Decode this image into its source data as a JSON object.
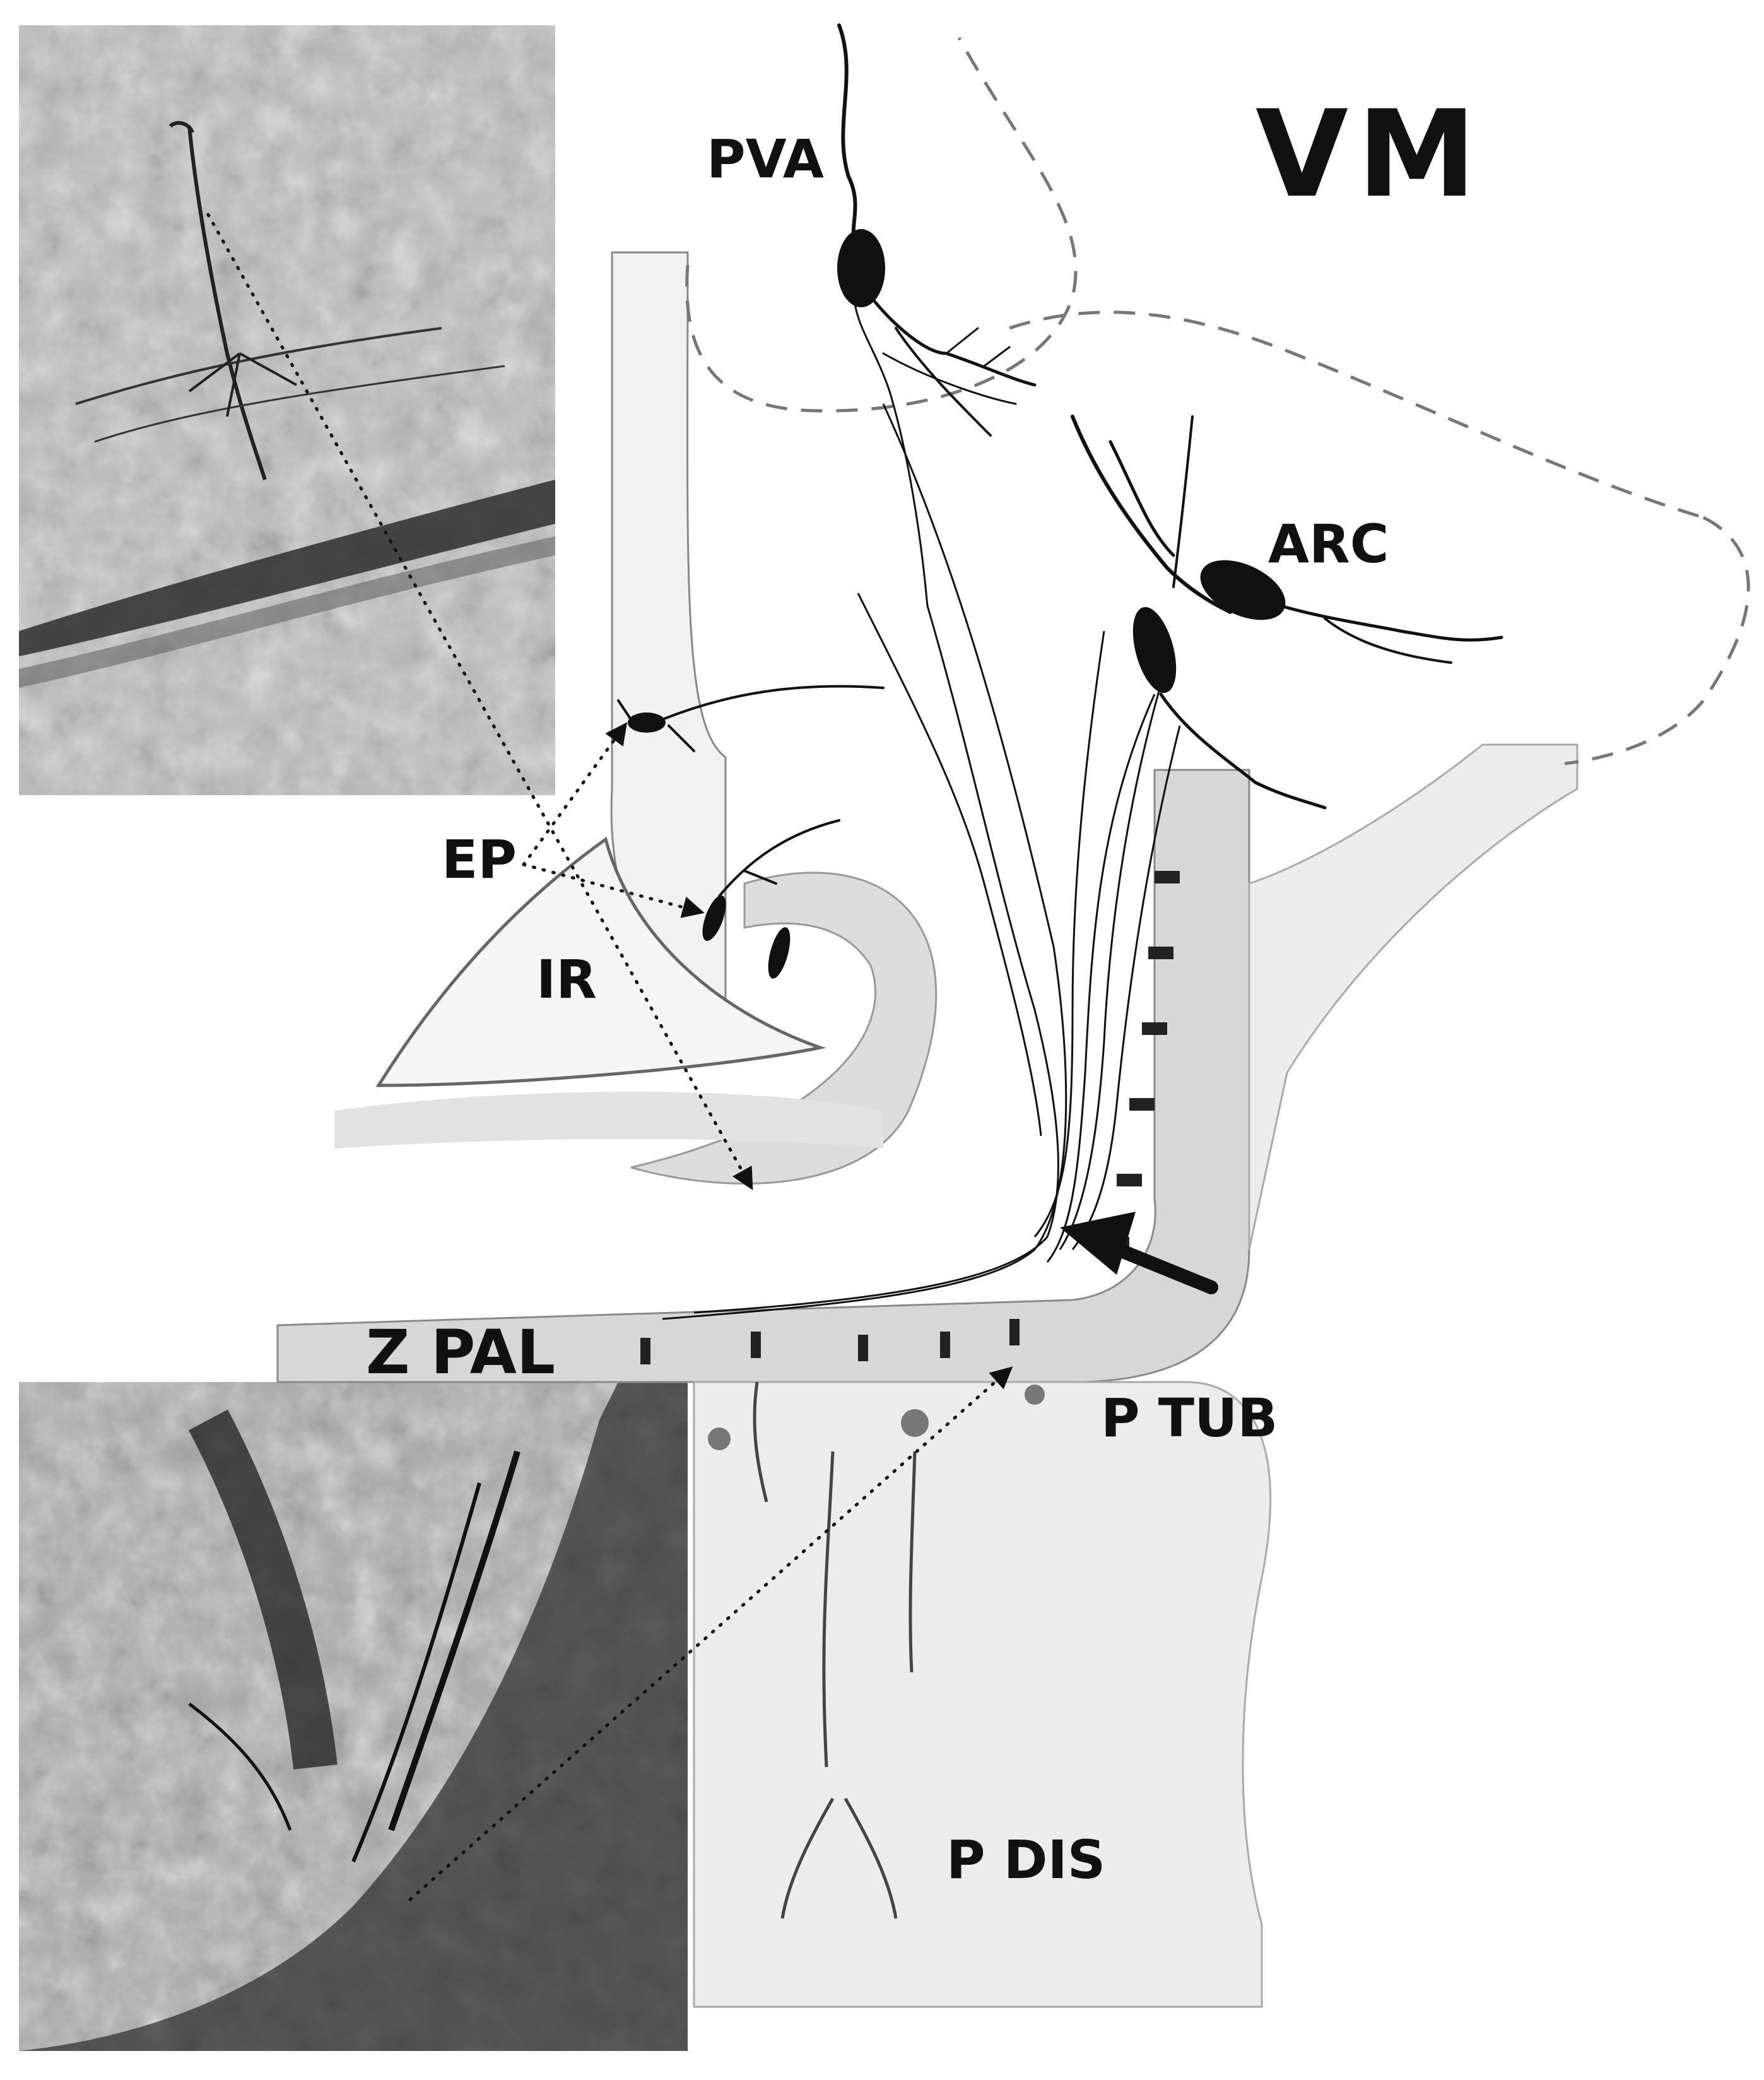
{
  "labels": {
    "vm": "VM",
    "pva": "PVA",
    "arc": "ARC",
    "ep": "EP",
    "ir": "IR",
    "zpal": "Z PAL",
    "ptub": "P TUB",
    "pdis": "P DIS"
  },
  "colors": {
    "ink": "#111111",
    "photo_dark": "#555555",
    "photo_light": "#c8c8c8",
    "tissue_fill": "#ededed",
    "outline": "#777777"
  },
  "icons": {
    "callout_arrow": "black-arrow-icon"
  }
}
